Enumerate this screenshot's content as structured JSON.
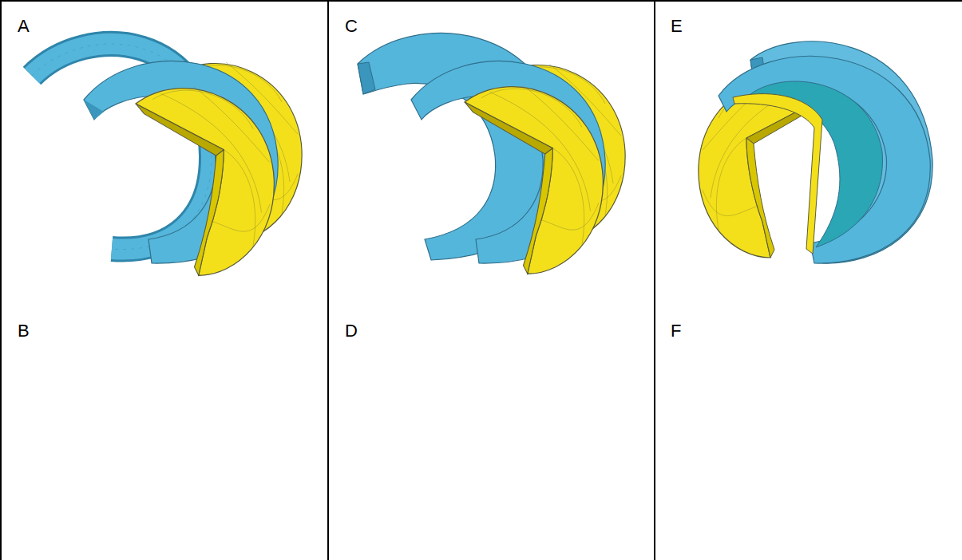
{
  "diagram": {
    "labels": [
      "A",
      "C",
      "E",
      "B",
      "D",
      "F"
    ]
  }
}
